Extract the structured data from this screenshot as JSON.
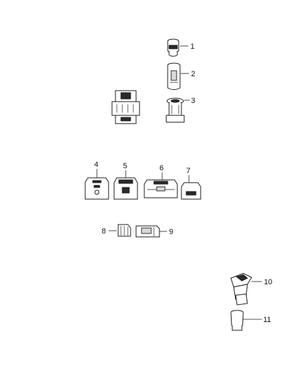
{
  "diagram": {
    "callouts": [
      {
        "id": "1",
        "text": "1"
      },
      {
        "id": "2",
        "text": "2"
      },
      {
        "id": "3",
        "text": "3"
      },
      {
        "id": "4",
        "text": "4"
      },
      {
        "id": "5",
        "text": "5"
      },
      {
        "id": "6",
        "text": "6"
      },
      {
        "id": "7",
        "text": "7"
      },
      {
        "id": "8",
        "text": "8"
      },
      {
        "id": "9",
        "text": "9"
      },
      {
        "id": "10",
        "text": "10"
      },
      {
        "id": "11",
        "text": "11"
      }
    ]
  }
}
